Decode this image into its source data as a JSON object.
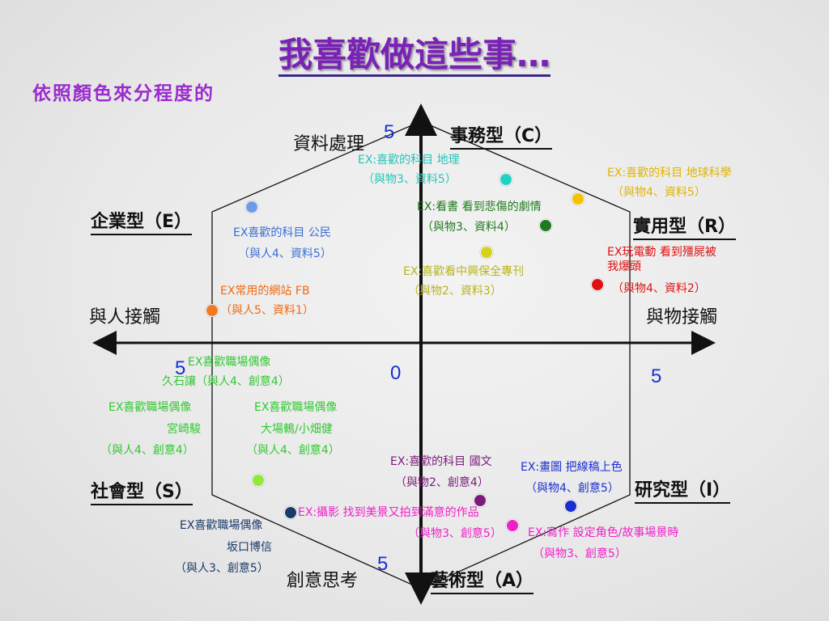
{
  "title": "我喜歡做這些事…",
  "subtitle": "依照顏色來分程度的",
  "types": {
    "conventional": "事務型（C）",
    "realistic": "實用型（R）",
    "investigative": "研究型（I）",
    "artistic": "藝術型（A）",
    "social": "社會型（S）",
    "enterprising": "企業型（E）"
  },
  "axes": {
    "top": "資料處理",
    "bottom": "創意思考",
    "left": "與人接觸",
    "right": "與物接觸"
  },
  "scale": {
    "top": "5",
    "bottom": "5",
    "left": "5",
    "right": "5",
    "origin": "0"
  },
  "notes": [
    {
      "id": "geo",
      "color": "#22c5b9",
      "lines": [
        "EX:喜歡的科目 地理",
        "（與物3、資料5）"
      ]
    },
    {
      "id": "earth",
      "color": "#e0b400",
      "lines": [
        "EX:喜歡的科目 地球科學",
        "（與物4、資料5）"
      ]
    },
    {
      "id": "book",
      "color": "#1e7a1e",
      "lines": [
        "EX:看書 看到悲傷的劇情",
        "（與物3、資料4）"
      ]
    },
    {
      "id": "civics",
      "color": "#3a6fd6",
      "lines": [
        "EX喜歡的科目 公民",
        "（與人4、資料5）"
      ]
    },
    {
      "id": "zombie",
      "color": "#e01010",
      "lines": [
        "EX玩電動 看到殭屍被",
        "我爆頭",
        "（與物4、資料2）"
      ]
    },
    {
      "id": "drama",
      "color": "#c8c41a",
      "lines": [
        "EX:喜歡看中興保全專刊",
        "（與物2、資料3）"
      ]
    },
    {
      "id": "fb",
      "color": "#f06a10",
      "lines": [
        "EX常用的網站 FB",
        "（與人5、資料1）"
      ]
    },
    {
      "id": "idol1",
      "color": "#32c832",
      "lines": [
        "EX喜歡職場偶像",
        "久石讓（與人4、創意4）"
      ]
    },
    {
      "id": "idol2",
      "color": "#32c832",
      "lines": [
        "EX喜歡職場偶像",
        "宮崎駿",
        "（與人4、創意4）"
      ]
    },
    {
      "id": "idol3",
      "color": "#32c832",
      "lines": [
        "EX喜歡職場偶像",
        "大場鶇/小畑健",
        "（與人4、創意4）"
      ]
    },
    {
      "id": "chinese",
      "color": "#7a1a7a",
      "lines": [
        "EX:喜歡的科目 國文",
        "（與物2、創意4）"
      ]
    },
    {
      "id": "draw",
      "color": "#1a2fd0",
      "lines": [
        "EX:畫圖 把線稿上色",
        "（與物4、創意5）"
      ]
    },
    {
      "id": "photo",
      "color": "#f020c8",
      "lines": [
        "EX:攝影 找到美景又拍到滿意的作品",
        "（與物3、創意5）"
      ]
    },
    {
      "id": "write",
      "color": "#f020c8",
      "lines": [
        "EX:寫作 設定角色/故事場景時",
        "（與物3、創意5）"
      ]
    },
    {
      "id": "idol4",
      "color": "#1a3a6a",
      "lines": [
        "EX喜歡職場偶像",
        "坂口博信",
        "（與人3、創意5）"
      ]
    }
  ],
  "dots": [
    {
      "id": "geo",
      "color": "#22d3c5"
    },
    {
      "id": "earth",
      "color": "#f2c300"
    },
    {
      "id": "book",
      "color": "#1e7a1e"
    },
    {
      "id": "civics",
      "color": "#6f9ae6"
    },
    {
      "id": "drama",
      "color": "#d6d21a"
    },
    {
      "id": "zombie",
      "color": "#e01010"
    },
    {
      "id": "fb",
      "color": "#f07a20"
    },
    {
      "id": "green",
      "color": "#8fe83c"
    },
    {
      "id": "chinese",
      "color": "#7a1a7a"
    },
    {
      "id": "idol4",
      "color": "#1a3a6a"
    },
    {
      "id": "draw",
      "color": "#1a2fd0"
    },
    {
      "id": "photo",
      "color": "#f020c8"
    }
  ]
}
